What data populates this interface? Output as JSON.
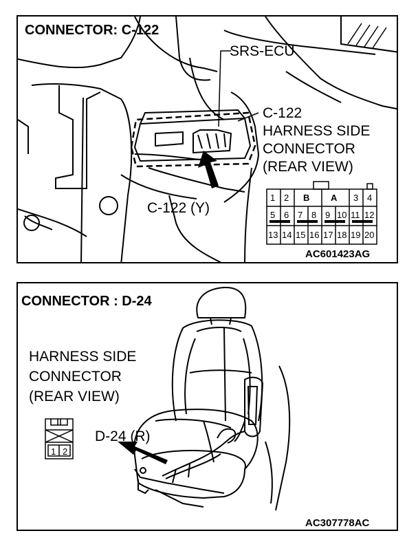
{
  "top_panel": {
    "title": "CONNECTOR: C-122",
    "srs_label": "SRS-ECU",
    "connector_label_lines": [
      "C-122",
      "HARNESS SIDE",
      "CONNECTOR",
      "(REAR VIEW)"
    ],
    "connector_id_label": "C-122 (Y)",
    "figure_code": "AC601423AG",
    "connector_face": {
      "row1": [
        "1",
        "2",
        "B",
        "A",
        "3",
        "4"
      ],
      "row2": [
        "5",
        "6",
        "7",
        "8",
        "9",
        "10",
        "11",
        "12"
      ],
      "row3": [
        "13",
        "14",
        "15",
        "16",
        "17",
        "18",
        "19",
        "20"
      ]
    }
  },
  "bottom_panel": {
    "title": "CONNECTOR : D-24",
    "connector_label_lines": [
      "HARNESS SIDE",
      "CONNECTOR",
      "(REAR VIEW)"
    ],
    "connector_id_label": "D-24 (R)",
    "figure_code": "AC307778AC",
    "connector_face": {
      "pins": [
        "1",
        "2"
      ]
    }
  }
}
